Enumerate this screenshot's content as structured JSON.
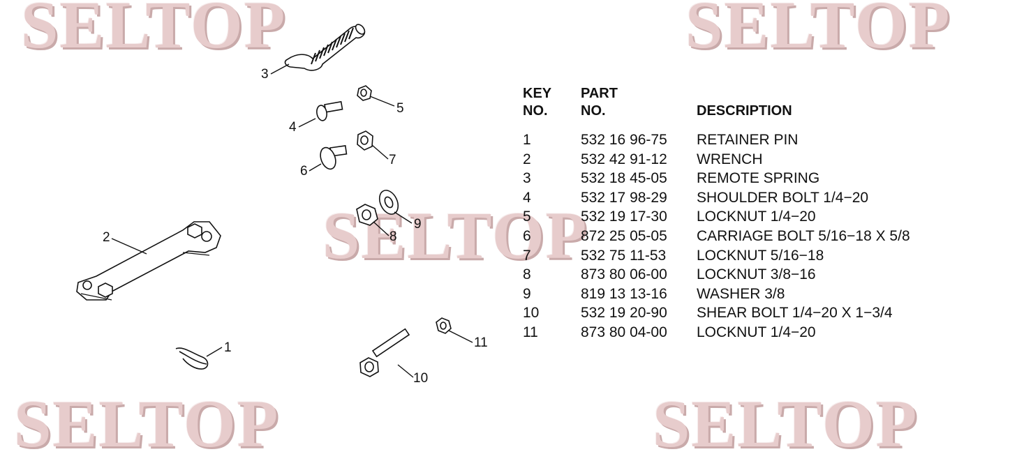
{
  "watermark": {
    "text": "SELTOP"
  },
  "callouts": [
    "1",
    "2",
    "3",
    "4",
    "5",
    "6",
    "7",
    "8",
    "9",
    "10",
    "11"
  ],
  "table": {
    "header": {
      "key_line1": "KEY",
      "key_line2": "NO.",
      "part_line1": "PART",
      "part_line2": "NO.",
      "desc": "DESCRIPTION"
    },
    "rows": [
      {
        "key": "1",
        "part": "532 16 96-75",
        "desc": "RETAINER PIN"
      },
      {
        "key": "2",
        "part": "532 42 91-12",
        "desc": "WRENCH"
      },
      {
        "key": "3",
        "part": "532 18 45-05",
        "desc": "REMOTE SPRING"
      },
      {
        "key": "4",
        "part": "532 17 98-29",
        "desc": "SHOULDER BOLT 1/4−20"
      },
      {
        "key": "5",
        "part": "532 19 17-30",
        "desc": "LOCKNUT 1/4−20"
      },
      {
        "key": "6",
        "part": "872 25 05-05",
        "desc": "CARRIAGE BOLT 5/16−18 X 5/8"
      },
      {
        "key": "7",
        "part": "532 75 11-53",
        "desc": "LOCKNUT 5/16−18"
      },
      {
        "key": "8",
        "part": "873 80 06-00",
        "desc": "LOCKNUT 3/8−16"
      },
      {
        "key": "9",
        "part": "819 13 13-16",
        "desc": "WASHER 3/8"
      },
      {
        "key": "10",
        "part": "532 19 20-90",
        "desc": "SHEAR BOLT 1/4−20 X 1−3/4"
      },
      {
        "key": "11",
        "part": "873 80 04-00",
        "desc": "LOCKNUT 1/4−20"
      }
    ]
  }
}
